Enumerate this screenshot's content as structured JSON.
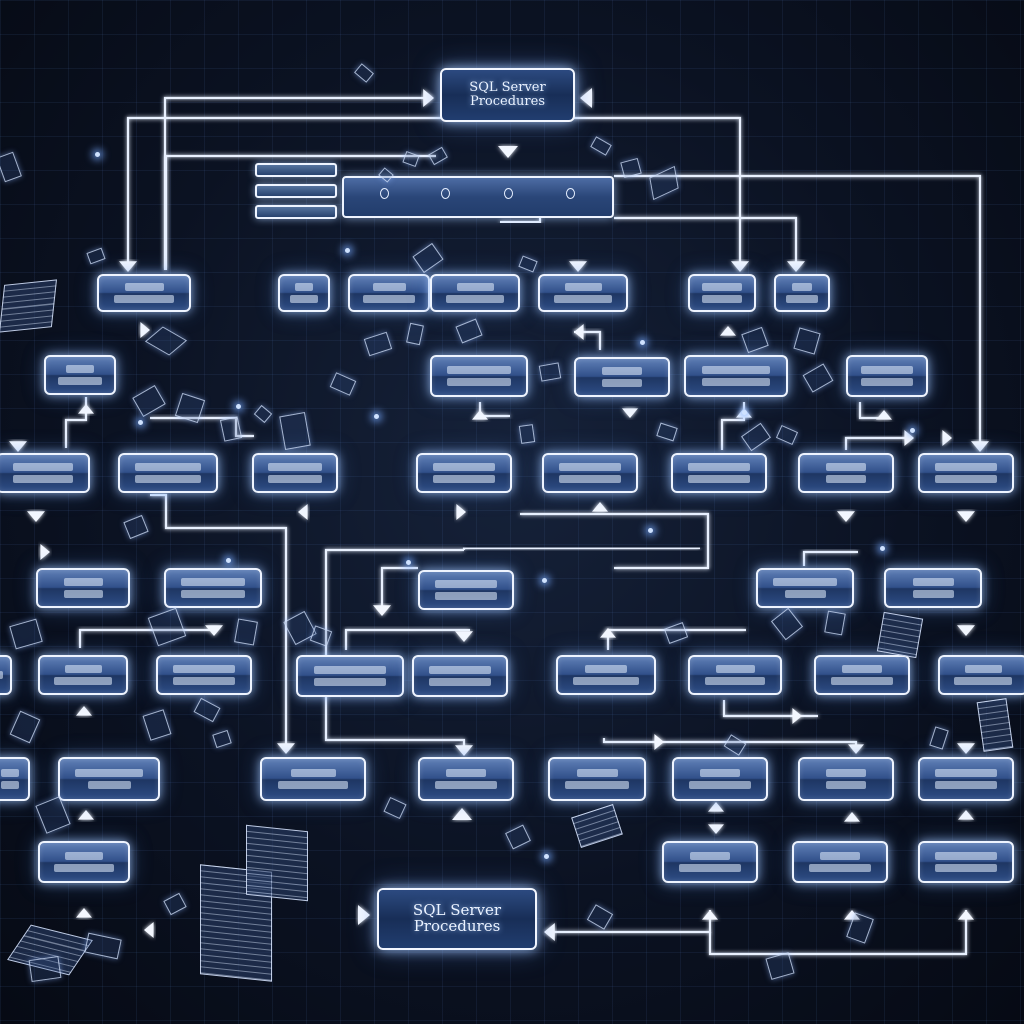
{
  "diagram": {
    "top_title": [
      "SQL Server",
      "Procedures"
    ],
    "bottom_title": [
      "SQL Server",
      "Procedures"
    ]
  },
  "colors": {
    "background": "#0b1222",
    "node_fill": "#2d4c84",
    "line_glow": "#e9f1ff"
  }
}
